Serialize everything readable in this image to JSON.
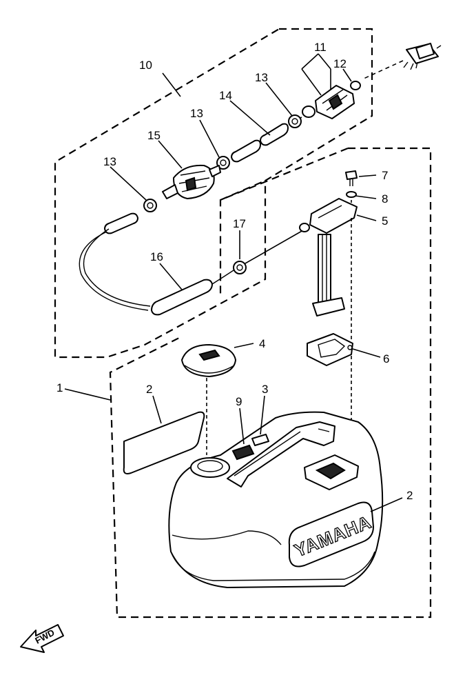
{
  "callouts": {
    "c1": "1",
    "c2a": "2",
    "c2b": "2",
    "c3": "3",
    "c4": "4",
    "c5": "5",
    "c6": "6",
    "c7": "7",
    "c8": "8",
    "c9": "9",
    "c10": "10",
    "c11": "11",
    "c12": "12",
    "c13a": "13",
    "c13b": "13",
    "c13c": "13",
    "c14": "14",
    "c15": "15",
    "c16": "16",
    "c17": "17"
  },
  "tank_brand": "YAMAHA",
  "direction_label": "FWD"
}
